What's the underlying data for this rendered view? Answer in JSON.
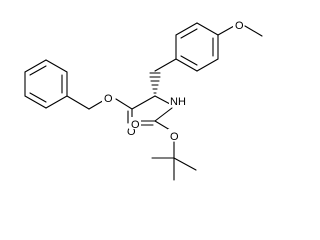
{
  "molecule": {
    "atoms": {
      "ester_single_o": "O",
      "carbonyl_o_ester": "O",
      "carbamate_nh": "NH",
      "carbamate_carbonyl_o": "O",
      "carbamate_single_o": "O",
      "methoxy_o": "O"
    }
  }
}
